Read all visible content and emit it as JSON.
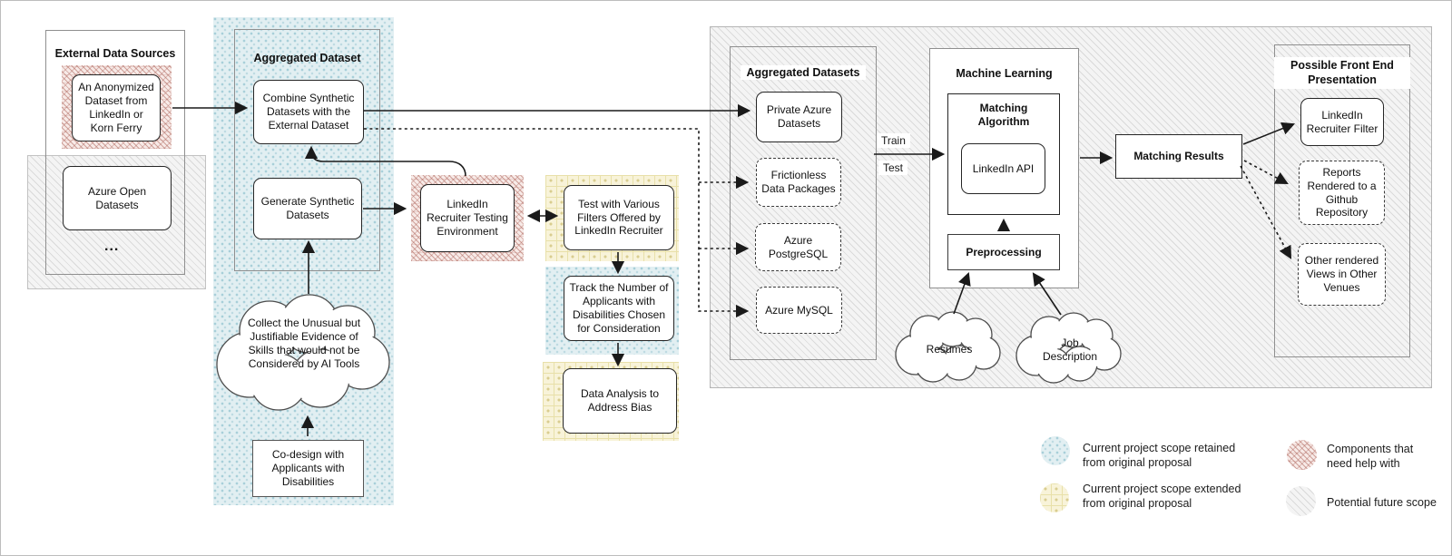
{
  "sections": {
    "external": {
      "title": "External Data Sources",
      "anonymized": "An Anonymized Dataset from LinkedIn or Korn Ferry",
      "azure_open": "Azure Open Datasets",
      "more": "..."
    },
    "agg_left": {
      "title": "Aggregated Dataset",
      "combine": "Combine Synthetic Datasets with the External Dataset",
      "generate": "Generate Synthetic Datasets",
      "collect_cloud": "Collect the Unusual but Justifiable Evidence of Skills that would not be Considered by AI Tools",
      "codesign": "Co-design with Applicants with Disabilities"
    },
    "pipeline": {
      "testing_env": "LinkedIn Recruiter Testing Environment",
      "filters": "Test with Various Filters Offered by LinkedIn Recruiter",
      "track": "Track the Number of Applicants with Disabilities Chosen for Consideration",
      "analysis": "Data Analysis to Address Bias"
    },
    "agg_right": {
      "title": "Aggregated Datasets",
      "private_azure": "Private Azure Datasets",
      "frictionless": "Frictionless Data Packages",
      "postgresql": "Azure PostgreSQL",
      "mysql": "Azure MySQL"
    },
    "ml": {
      "title": "Machine Learning",
      "matching_algorithm": "Matching Algorithm",
      "linkedin_api": "LinkedIn API",
      "preprocessing": "Preprocessing",
      "train": "Train",
      "test": "Test",
      "resumes": "Resumes",
      "job_description": "Job Description"
    },
    "results": {
      "matching_results": "Matching Results"
    },
    "frontend": {
      "title": "Possible Front End Presentation",
      "recruiter_filter": "LinkedIn Recruiter Filter",
      "reports": "Reports Rendered to a Github Repository",
      "other_views": "Other rendered Views in Other Venues"
    }
  },
  "legend": {
    "items": [
      {
        "swatch": "blue-dots-pattern",
        "label": "Current project scope retained from original proposal"
      },
      {
        "swatch": "yellow-grid-pattern",
        "label": "Current project scope extended from original proposal"
      },
      {
        "swatch": "red-hatch-pattern",
        "label": "Components that need help with"
      },
      {
        "swatch": "gray-hatch-pattern",
        "label": "Potential future scope"
      }
    ]
  },
  "colors": {
    "scope_retained_blue": "#a8cfd9",
    "scope_extended_yellow": "#d9cd8f",
    "need_help_red": "#a85a50",
    "future_scope_gray": "#dadada",
    "line_ink": "#1a1a1a"
  }
}
